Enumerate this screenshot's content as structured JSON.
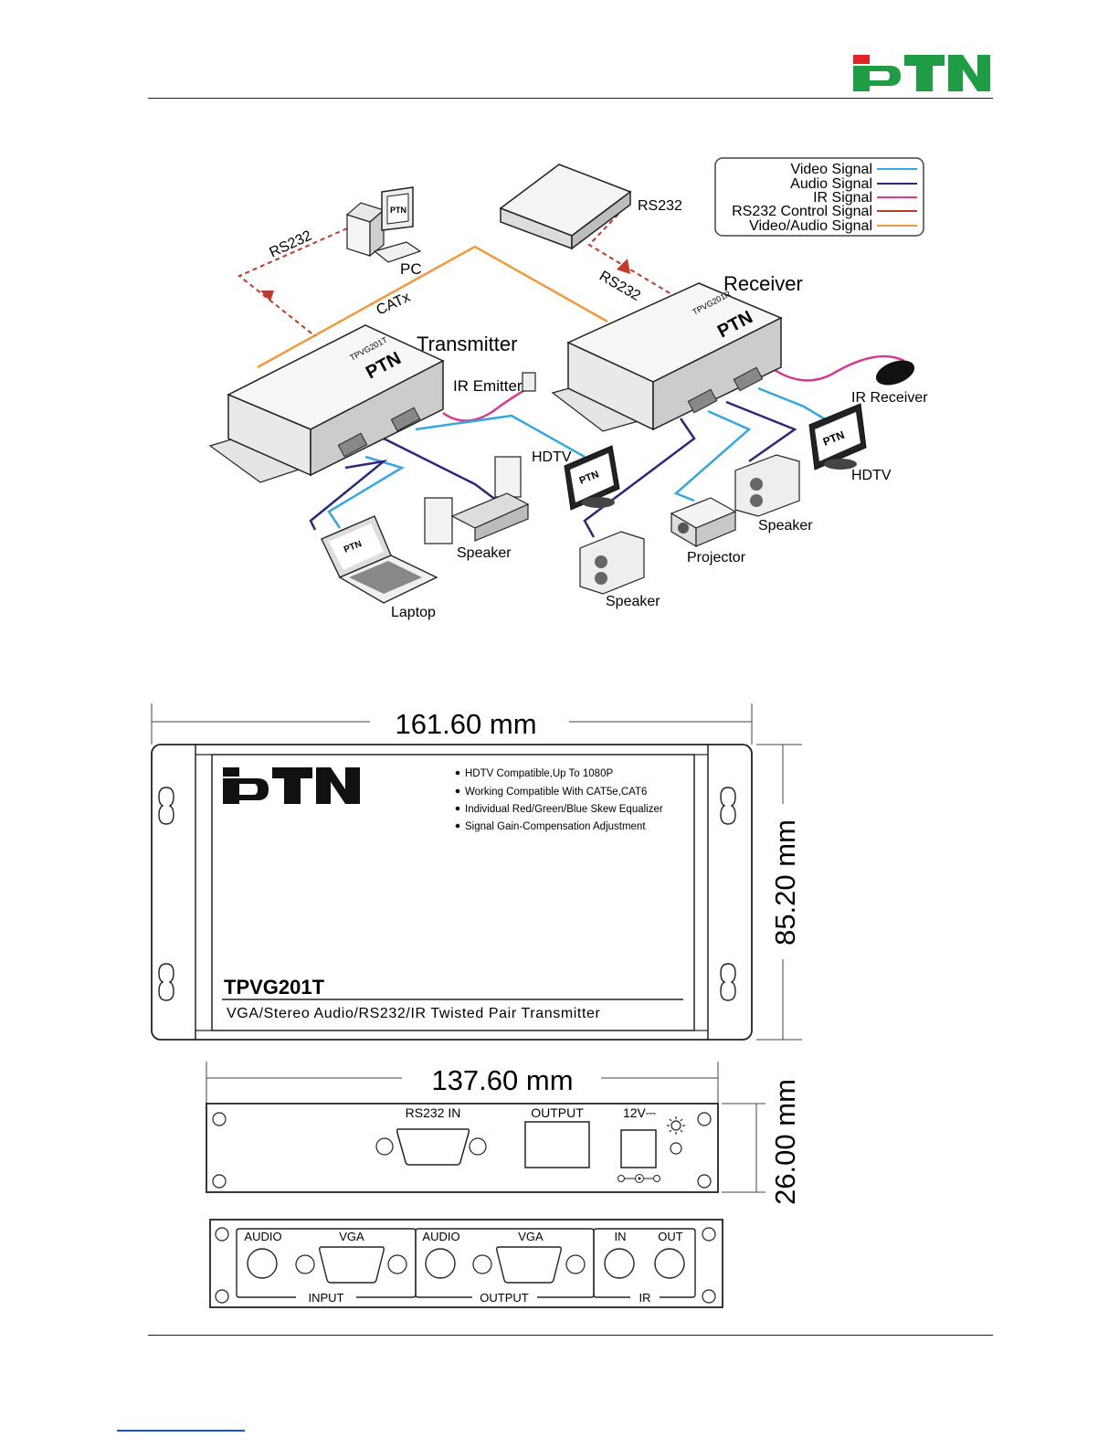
{
  "brand": {
    "logo_text": "PTN",
    "red": "#e42229",
    "green": "#1f9d45"
  },
  "legend": {
    "items": [
      {
        "label": "Video Signal",
        "color": "#35a7e0"
      },
      {
        "label": "Audio Signal",
        "color": "#2b2a7a"
      },
      {
        "label": "IR Signal",
        "color": "#d63a8f"
      },
      {
        "label": "RS232 Control Signal",
        "color": "#c0392b"
      },
      {
        "label": "Video/Audio Signal",
        "color": "#ef9a3c"
      }
    ]
  },
  "diagram": {
    "labels": {
      "rs232_pc": "RS232",
      "pc": "PC",
      "catx": "CATx",
      "rs232_device": "RS232",
      "rs232_receiver": "RS232",
      "receiver": "Receiver",
      "transmitter": "Transmitter",
      "ir_emitter": "IR Emitter",
      "ir_receiver": "IR Receiver",
      "hdtv_left": "HDTV",
      "hdtv_right": "HDTV",
      "speaker_tx": "Speaker",
      "speaker_rx_right": "Speaker",
      "speaker_rx_left": "Speaker",
      "projector": "Projector",
      "laptop": "Laptop"
    },
    "device_marks": {
      "tx_model": "TPVG201T",
      "rx_model": "TPVG201R"
    }
  },
  "top_view": {
    "width_label": "161.60 mm",
    "height_label": "85.20 mm",
    "features": [
      "HDTV Compatible,Up To 1080P",
      "Working Compatible With CAT5e,CAT6",
      "Individual Red/Green/Blue Skew Equalizer",
      "Signal Gain-Compensation Adjustment"
    ],
    "model": "TPVG201T",
    "description": "VGA/Stereo Audio/RS232/IR Twisted Pair Transmitter"
  },
  "front_panel": {
    "width_label": "137.60 mm",
    "height_label": "26.00 mm",
    "rs232_label": "RS232 IN",
    "output_label": "OUTPUT",
    "power_label": "12V⎓"
  },
  "rear_panel": {
    "input_audio": "AUDIO",
    "input_vga": "VGA",
    "input_group": "INPUT",
    "output_audio": "AUDIO",
    "output_vga": "VGA",
    "output_group": "OUTPUT",
    "ir_in": "IN",
    "ir_out": "OUT",
    "ir_group": "IR"
  }
}
